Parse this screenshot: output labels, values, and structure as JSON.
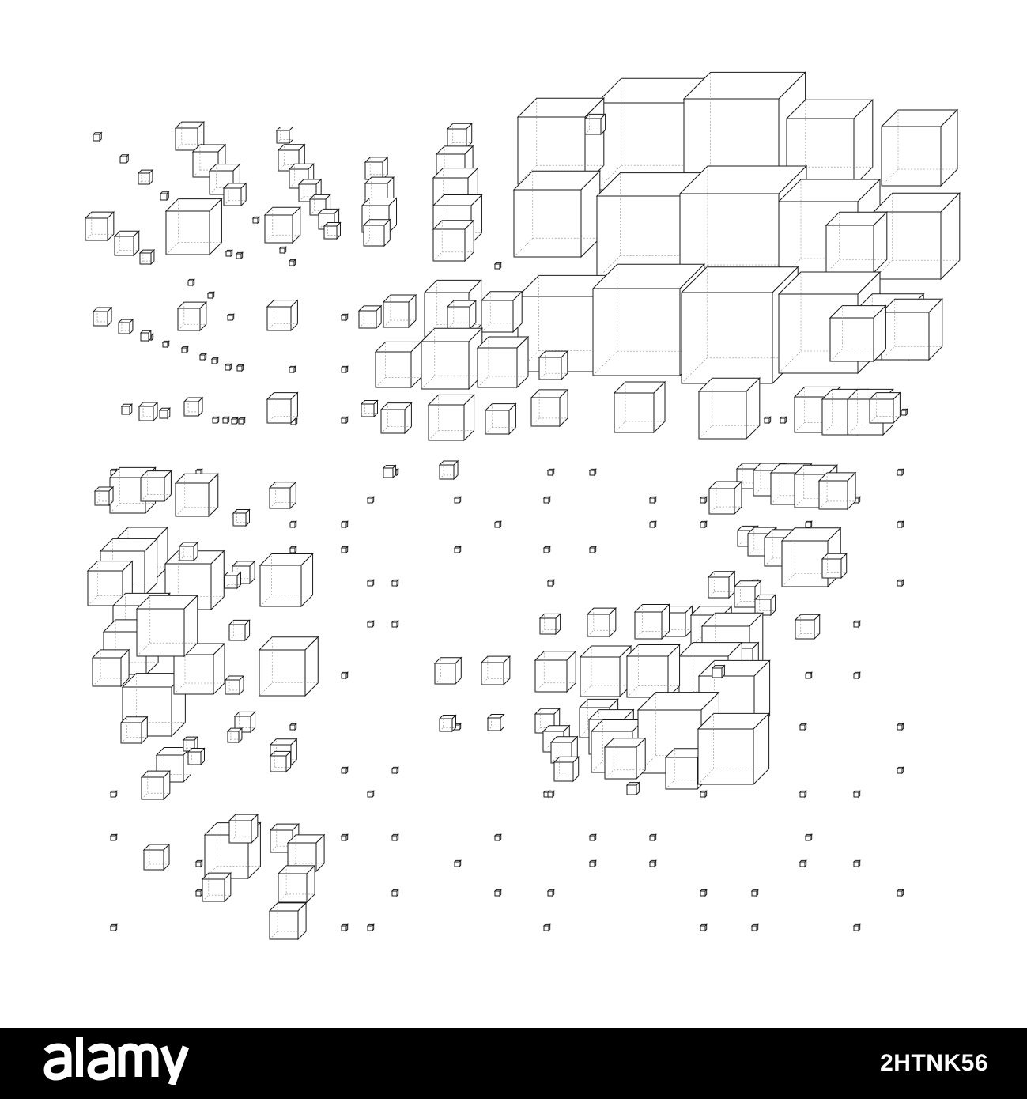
{
  "image": {
    "subject": "wireframe-cubes-grid",
    "background_color": "#ffffff",
    "line_color": "#1a1a1a"
  },
  "footer": {
    "background_color": "#000000",
    "text_color": "#ffffff",
    "logo_text": "alamy",
    "image_id": "2HTNK56"
  }
}
